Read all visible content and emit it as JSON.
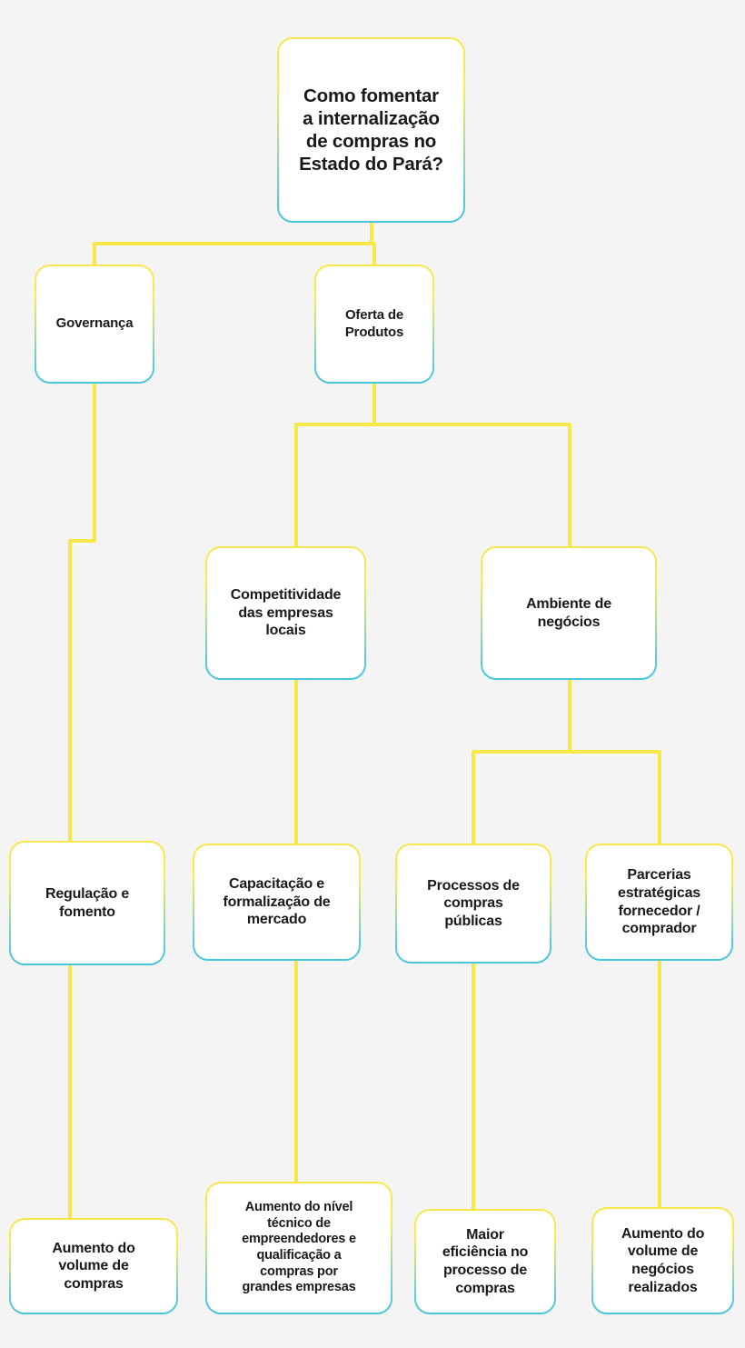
{
  "diagram": {
    "title": "Como fomentar a internalizacao de compras no Estado do Para",
    "type": "tree",
    "background_color": "#f4f4f4",
    "node_fill": "#ffffff",
    "edge_color": "#f7e84a",
    "border_gradient_top": "#f7e84a",
    "border_gradient_bottom": "#46c5dd",
    "text_color": "#1a1a1a"
  },
  "nodes": {
    "root": {
      "label": "Como fomentar\na internalização\nde compras no\nEstado do Pará?"
    },
    "governanca": {
      "label": "Governança"
    },
    "oferta": {
      "label": "Oferta de\nProdutos"
    },
    "competitividade": {
      "label": "Competitividade\ndas empresas\nlocais"
    },
    "ambiente": {
      "label": "Ambiente de\nnegócios"
    },
    "regulacao": {
      "label": "Regulação e\nfomento"
    },
    "capacitacao": {
      "label": "Capacitação e\nformalização de\nmercado"
    },
    "processos": {
      "label": "Processos de\ncompras\npúblicas"
    },
    "parcerias": {
      "label": "Parcerias\nestratégicas\nfornecedor /\ncomprador"
    },
    "aumento_volume_compras": {
      "label": "Aumento do\nvolume de\ncompras"
    },
    "aumento_nivel_tecnico": {
      "label": "Aumento do nível\ntécnico de\nempreendedores e\nqualificação a\ncompras por\ngrandes empresas"
    },
    "maior_eficiencia": {
      "label": "Maior\neficiência no\nprocesso de\ncompras"
    },
    "aumento_negocios": {
      "label": "Aumento do\nvolume de\nnegócios\nrealizados"
    }
  },
  "edges": [
    {
      "from": "root",
      "to": "governanca"
    },
    {
      "from": "root",
      "to": "oferta"
    },
    {
      "from": "governanca",
      "to": "regulacao"
    },
    {
      "from": "oferta",
      "to": "competitividade"
    },
    {
      "from": "oferta",
      "to": "ambiente"
    },
    {
      "from": "competitividade",
      "to": "capacitacao"
    },
    {
      "from": "ambiente",
      "to": "processos"
    },
    {
      "from": "ambiente",
      "to": "parcerias"
    },
    {
      "from": "regulacao",
      "to": "aumento_volume_compras"
    },
    {
      "from": "capacitacao",
      "to": "aumento_nivel_tecnico"
    },
    {
      "from": "processos",
      "to": "maior_eficiencia"
    },
    {
      "from": "parcerias",
      "to": "aumento_negocios"
    }
  ]
}
